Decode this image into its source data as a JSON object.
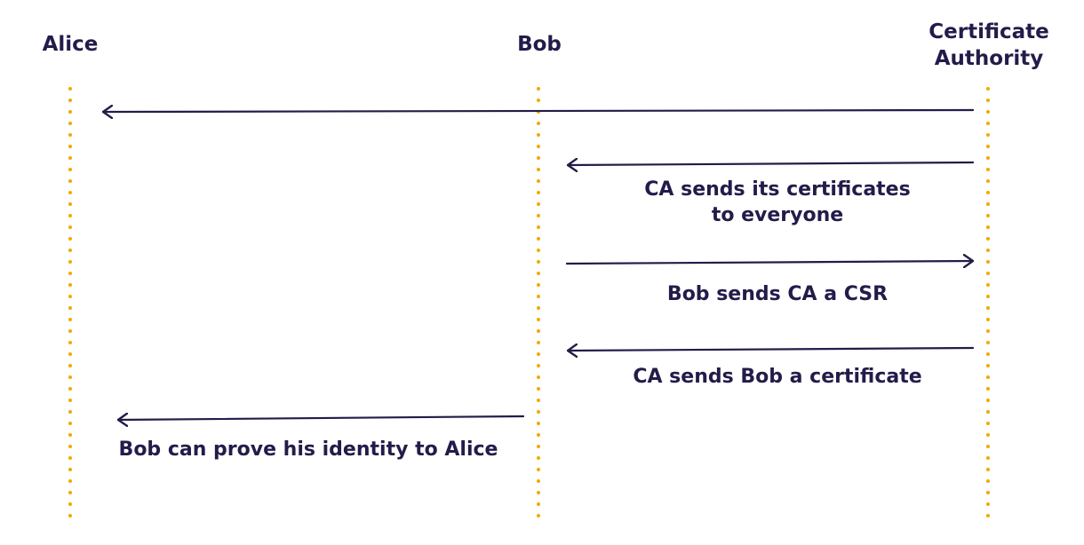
{
  "colors": {
    "lifeline": "#f2a900",
    "arrow": "#231c4a",
    "text": "#231c4a",
    "background": "#ffffff"
  },
  "actors": {
    "alice": {
      "label": "Alice"
    },
    "bob": {
      "label": "Bob"
    },
    "ca": {
      "label_line1": "Certificate",
      "label_line2": "Authority"
    }
  },
  "messages": [
    {
      "id": "ca-broadcast",
      "from": "Certificate Authority",
      "to": "Alice"
    },
    {
      "id": "ca-to-bob-certs",
      "from": "Certificate Authority",
      "to": "Bob",
      "label_line1": "CA sends its certificates",
      "label_line2": "to everyone"
    },
    {
      "id": "bob-csr",
      "from": "Bob",
      "to": "Certificate Authority",
      "label": "Bob sends CA a CSR"
    },
    {
      "id": "ca-to-bob-cert",
      "from": "Certificate Authority",
      "to": "Bob",
      "label": "CA sends Bob a certificate"
    },
    {
      "id": "bob-to-alice",
      "from": "Bob",
      "to": "Alice",
      "label": "Bob can prove his identity to Alice"
    }
  ]
}
